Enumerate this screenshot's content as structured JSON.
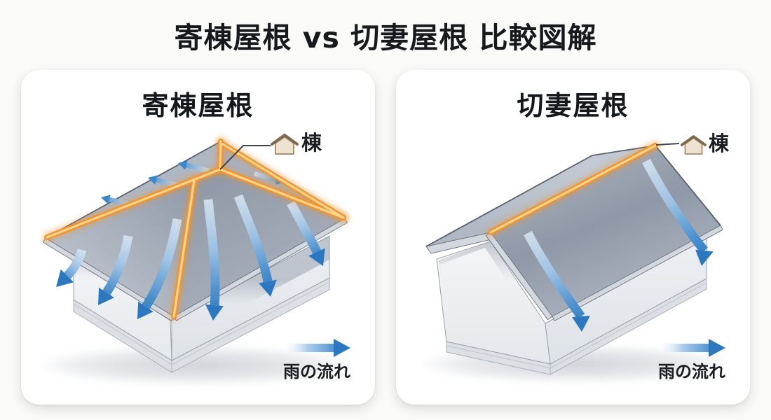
{
  "title": "寄棟屋根 vs 切妻屋根 比較図解",
  "panels": {
    "left": {
      "title": "寄棟屋根",
      "ridge_label": "棟",
      "legend_label": "雨の流れ"
    },
    "right": {
      "title": "切妻屋根",
      "ridge_label": "棟",
      "legend_label": "雨の流れ"
    }
  },
  "icons": {
    "ridge_marker": "house-outline-icon",
    "legend_marker": "right-arrow-gradient"
  },
  "colors": {
    "page_bg": "#fafaf8",
    "panel_bg": "#ffffff",
    "title_color": "#17191d",
    "ridge_accent": "#F09431",
    "ridge_core": "#FFD58C",
    "rain_arrow_blue": "#2B78C0",
    "roof_gray": "#99A2B0",
    "wall_light": "#F0F2F5"
  }
}
